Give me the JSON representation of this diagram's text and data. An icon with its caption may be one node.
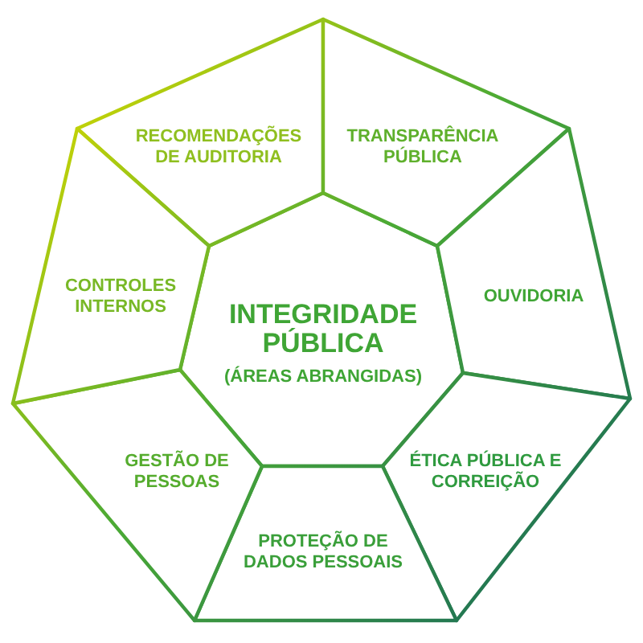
{
  "diagram": {
    "nodes": [
      {
        "text": [
          "INTEGRIDADE PÚBLICA",
          "(ÁREAS ABRANGIDAS)"
        ]
      },
      {
        "text": [
          "RECOMENDAÇÕES DE AUDITORIA"
        ]
      },
      {
        "text": [
          "TRANSPARÊNCIA PÚBLICA"
        ]
      },
      {
        "text": [
          "OUVIDORIA"
        ]
      },
      {
        "text": [
          "ÉTICA PÚBLICA E CORREIÇÃO"
        ]
      },
      {
        "text": [
          "PROTEÇÃO DE DADOS PESSOAIS"
        ]
      },
      {
        "text": [
          "GESTÃO DE PESSOAS"
        ]
      },
      {
        "text": [
          "CONTROLES INTERNOS"
        ]
      }
    ]
  }
}
